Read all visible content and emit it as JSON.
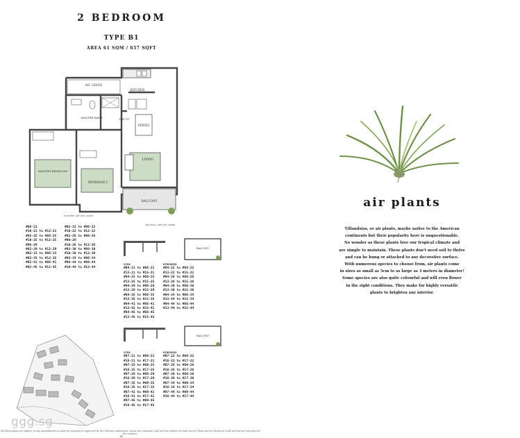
{
  "header": {
    "title": "2 BEDROOM",
    "type": "TYPE B1",
    "area": "AREA 61 SQM / 657 SQFT"
  },
  "floorplan": {
    "room_labels": {
      "ac_ledge": "A/C LEDGE",
      "kitchen": "KITCHEN",
      "master_bath": "MASTER BATH",
      "dry": "DRY ST",
      "dining": "DINING",
      "living": "LIVING",
      "master_bedroom": "MASTER BEDROOM",
      "bedroom2": "BEDROOM 2",
      "balcony": "BALCONY"
    },
    "notes": {
      "window_note": "PLANTER / AIR CON. LEDGE",
      "balcony_note": "BALCONY / AIR CON. LEDGE"
    }
  },
  "unit_lists": {
    "top_left": [
      "#08-21",
      "#10-21 to #12-21",
      "#02-25 to #08-25",
      "#10-25 to #12-25",
      "#08-29",
      "#02-29 to #12-29",
      "#02-33 to #06-33",
      "#02-35 to #12-35",
      "#02-41 to #06-41",
      "#02-45 to #12-45"
    ],
    "top_right": [
      "#02-22 to #06-22",
      "#10-22 to #12-22",
      "#02-26 to #06-26",
      "#08-26",
      "#10-26 to #12-26",
      "#02-30 to #06-30",
      "#10-30 to #12-30",
      "#02-34 to #06-34",
      "#06-44 to #08-44",
      "#10-44 to #12-44"
    ],
    "mid_left_header": "VIEW",
    "mid_left": [
      "#04-21 to #06-21",
      "#13-21 to #15-21",
      "#04-25 to #06-25",
      "#13-25 to #15-25",
      "#04-29 to #06-29",
      "#13-29 to #15-29",
      "#04-35 to #06-35",
      "#13-35 to #15-35",
      "#04-41 to #06-41",
      "#13-41 to #15-41",
      "#04-45 to #06-45",
      "#13-45 to #15-45"
    ],
    "mid_right_header": "MIRRORED",
    "mid_right": [
      "#04-22 to #06-22",
      "#13-22 to #15-22",
      "#04-26 to #06-26",
      "#13-26 to #15-26",
      "#04-30 to #06-30",
      "#13-30 to #15-30",
      "#04-34 to #06-34",
      "#13-34 to #15-34",
      "#04-44 to #06-44",
      "#13-44 to #15-44"
    ],
    "bot_left_header": "VIEW",
    "bot_left": [
      "#07-21 to #09-21",
      "#16-21 to #17-21",
      "#07-25 to #09-25",
      "#16-25 to #17-25",
      "#07-29 to #09-29",
      "#16-29 to #17-29",
      "#07-35 to #09-35",
      "#16-35 to #17-35",
      "#07-41 to #09-41",
      "#16-41 to #17-41",
      "#07-45 to #09-45",
      "#16-45 to #17-45"
    ],
    "bot_right_header": "MIRRORED",
    "bot_right": [
      "#07-22 to #09-22",
      "#16-22 to #17-22",
      "#07-26 to #09-26",
      "#16-26 to #17-26",
      "#07-30 to #09-30",
      "#16-30 to #17-30",
      "#07-34 to #09-34",
      "#16-34 to #17-34",
      "#07-44 to #09-44",
      "#16-44 to #17-44"
    ]
  },
  "mini_plans": {
    "label": "BALCONY"
  },
  "air_plants": {
    "title": "air plants",
    "lines": [
      "Tillandsias, or air plants, maybe native to the American",
      "continents but their popularity here is unquestionable.",
      "No wonder as these plants love our tropical climate and",
      "are simple to maintain. These plants don't need soil to thrive",
      "and can be hung or attached to any decorative surface.",
      "With numerous species to choose from, air plants come",
      "in sizes as small as 5cm to as large as 3 meters in diameter!",
      "Some species are also quite colourful and will even flower",
      "in the right conditions. They make for highly versatile",
      "plants to brighten any interior."
    ]
  },
  "footer": {
    "disclaimer": "The floor plans are subject to any amendments as may be required or approved by the relevant authorities. Areas are estimates only and are subject to final survey. Plans are not drawn to scale and do not form part of the contract.",
    "page": "48"
  },
  "watermark": "ggg.sg",
  "colors": {
    "room_green": "#cddcc4",
    "room_green_dark": "#9fbf8f",
    "wall": "#444444",
    "plant_green": "#6f8f4a"
  }
}
